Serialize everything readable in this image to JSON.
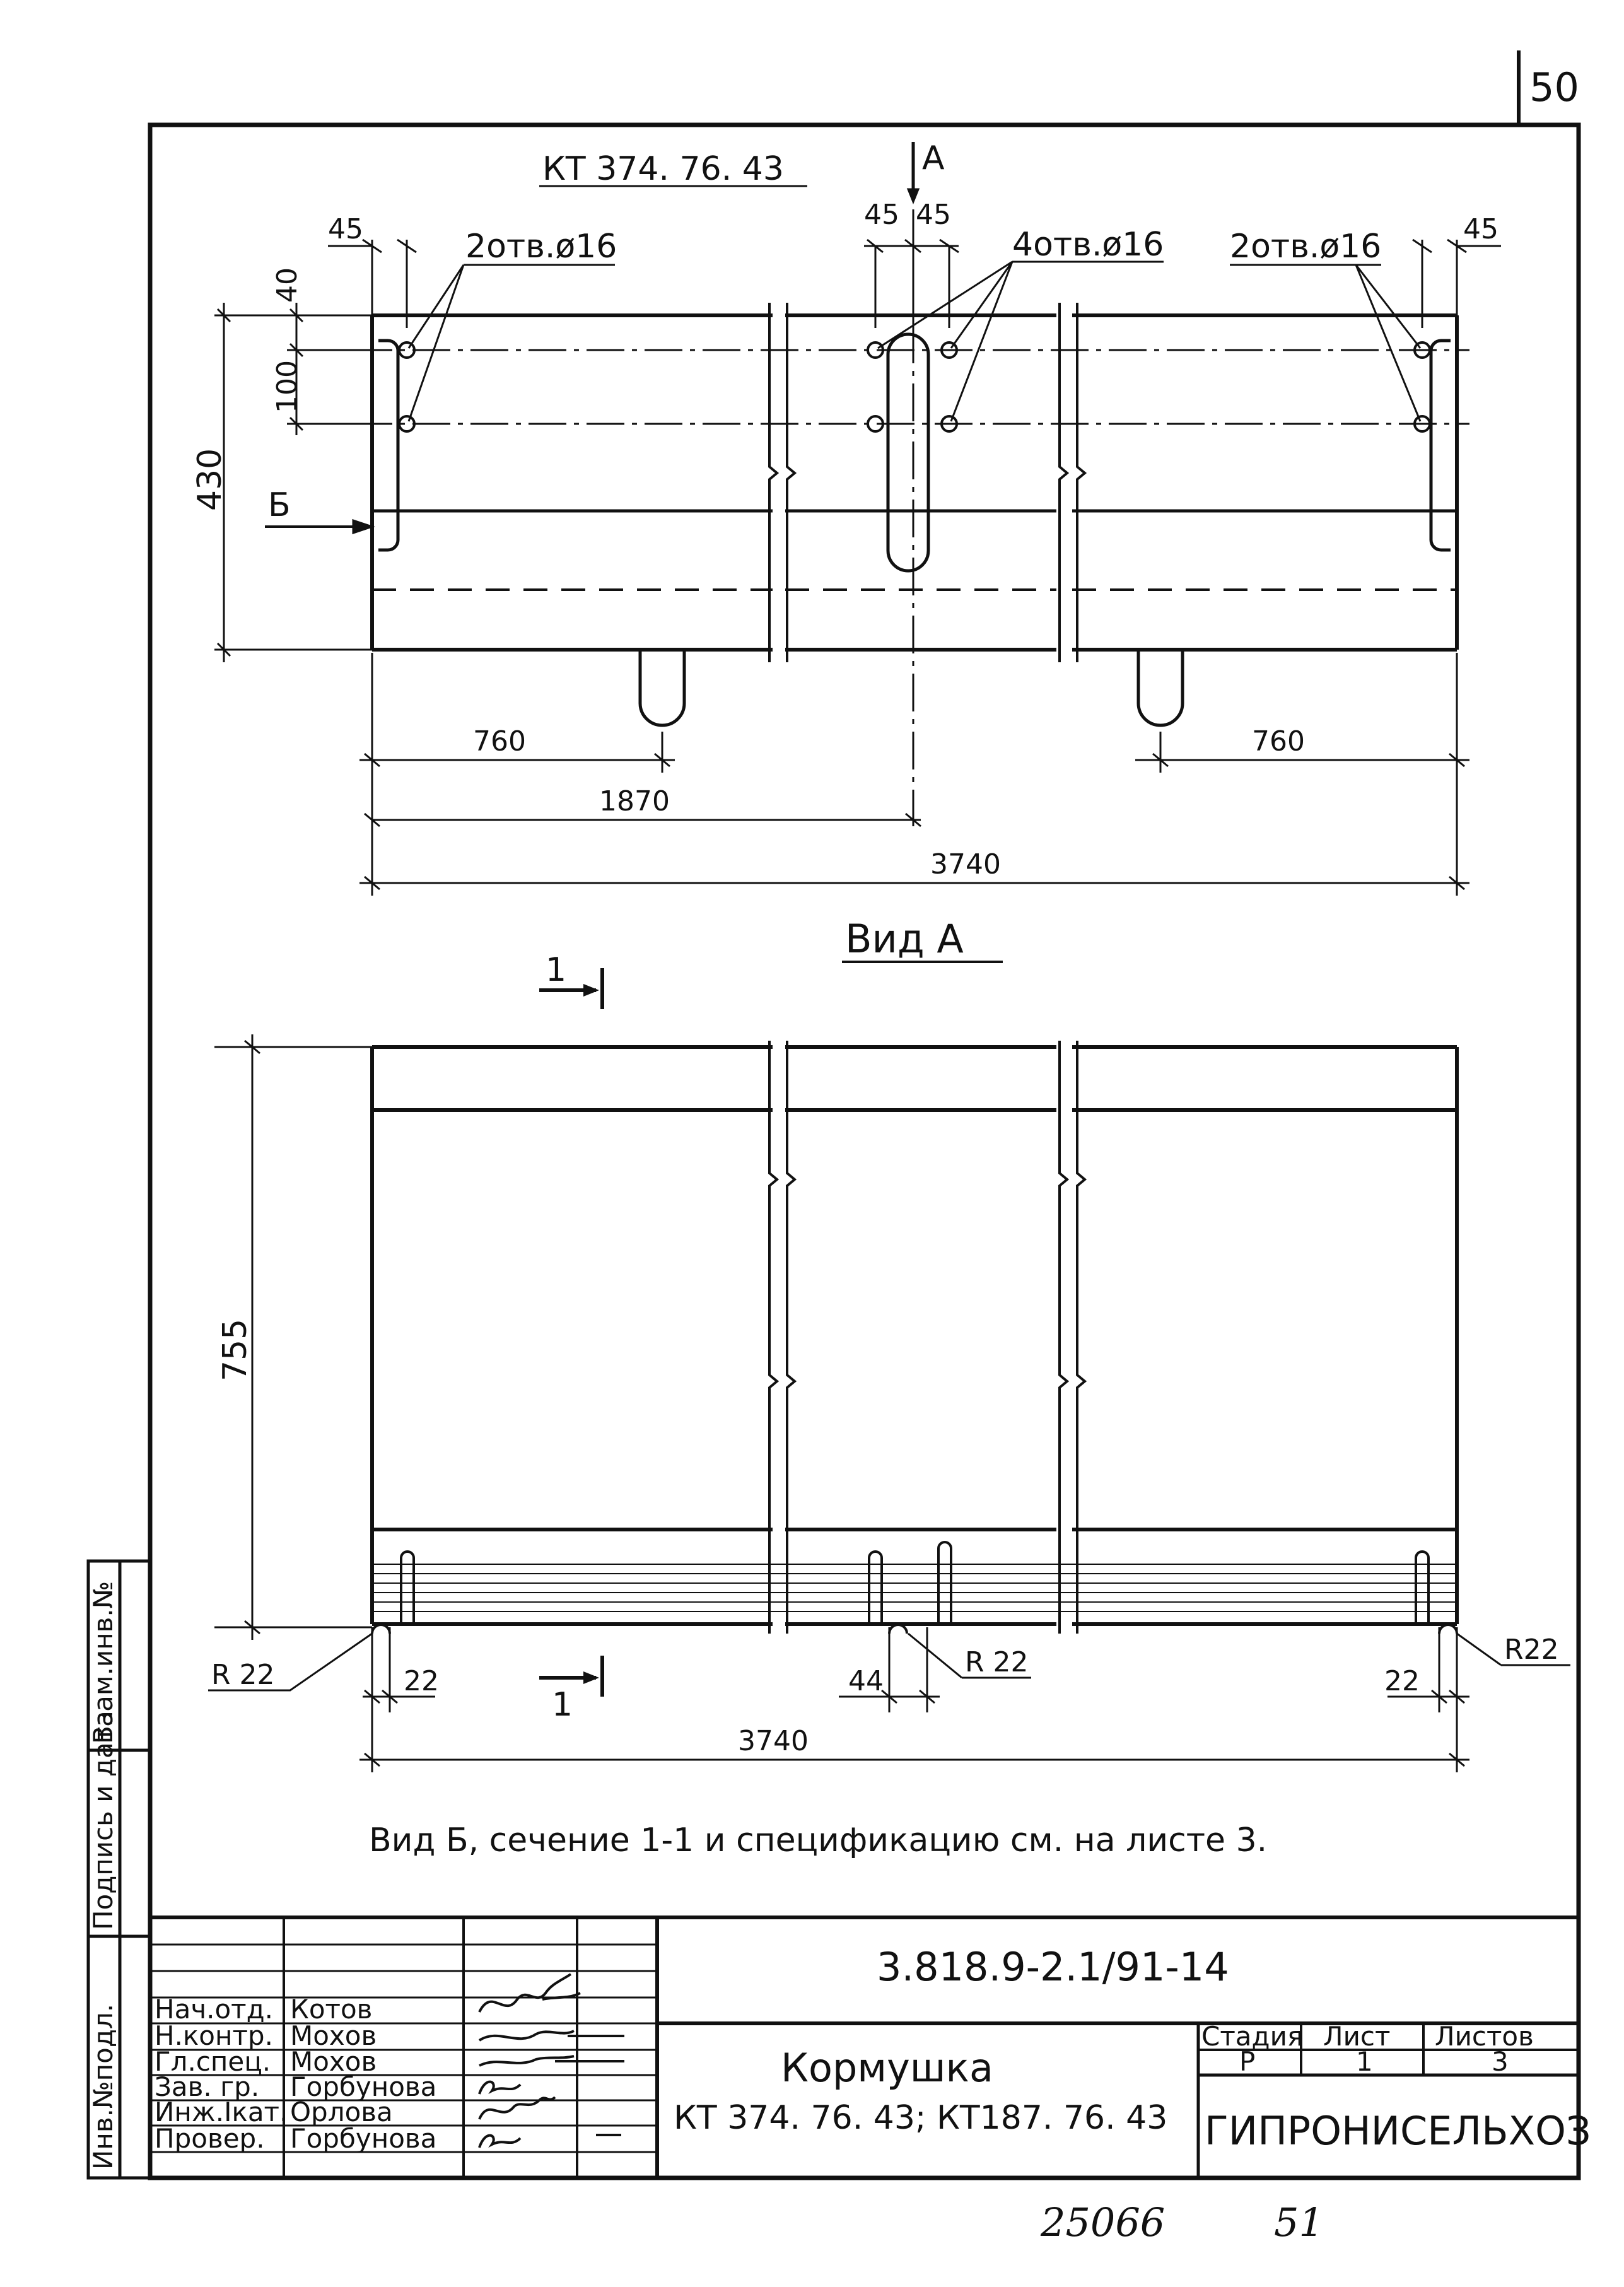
{
  "page_number": "50",
  "footer_numbers": {
    "left": "25066",
    "right": "51"
  },
  "side_strip": {
    "inv_podl": "Инв.№подл.",
    "podpis_data": "Подпись и дата",
    "vzam_inv": "Взам.инв.№"
  },
  "plan_view": {
    "mark": "КТ 374. 76. 43",
    "section_arrow": "А",
    "view_arrow_b": "Б",
    "holes_left": "2отв.ø16",
    "holes_center": "4отв.ø16",
    "holes_right": "2отв.ø16",
    "dim_45_left": "45",
    "dim_45_c1": "45",
    "dim_45_c2": "45",
    "dim_45_right": "45",
    "dim_40": "40",
    "dim_100": "100",
    "dim_430": "430",
    "dim_760_left": "760",
    "dim_760_right": "760",
    "dim_1870": "1870",
    "dim_3740": "3740"
  },
  "view_a": {
    "title": "Вид А",
    "section_mark_top": "1",
    "section_mark_bottom": "1",
    "dim_755": "755",
    "r22_left": "R 22",
    "r22_center": "R 22",
    "r22_right": "R22",
    "dim_22_left": "22",
    "dim_44": "44",
    "dim_22_right": "22",
    "dim_3740": "3740"
  },
  "note": "Вид Б, сечение 1-1 и спецификацию см. на листе 3.",
  "title_block": {
    "code": "3.818.9-2.1/91-14",
    "name": "Кормушка",
    "marks": "КТ 374. 76. 43; КТ187. 76. 43",
    "stage_header": "Стадия",
    "sheet_header": "Лист",
    "sheets_header": "Листов",
    "stage": "Р",
    "sheet": "1",
    "sheets": "3",
    "organization": "ГИПРОНИСЕЛЬХОЗ",
    "roles": [
      {
        "role": "Нач.отд.",
        "name": "Котов"
      },
      {
        "role": "Н.контр.",
        "name": "Мохов"
      },
      {
        "role": "Гл.спец.",
        "name": "Мохов"
      },
      {
        "role": "Зав. гр.",
        "name": "Горбунова"
      },
      {
        "role": "Инж.Iкат.",
        "name": "Орлова"
      },
      {
        "role": "Провер.",
        "name": "Горбунова"
      }
    ]
  }
}
